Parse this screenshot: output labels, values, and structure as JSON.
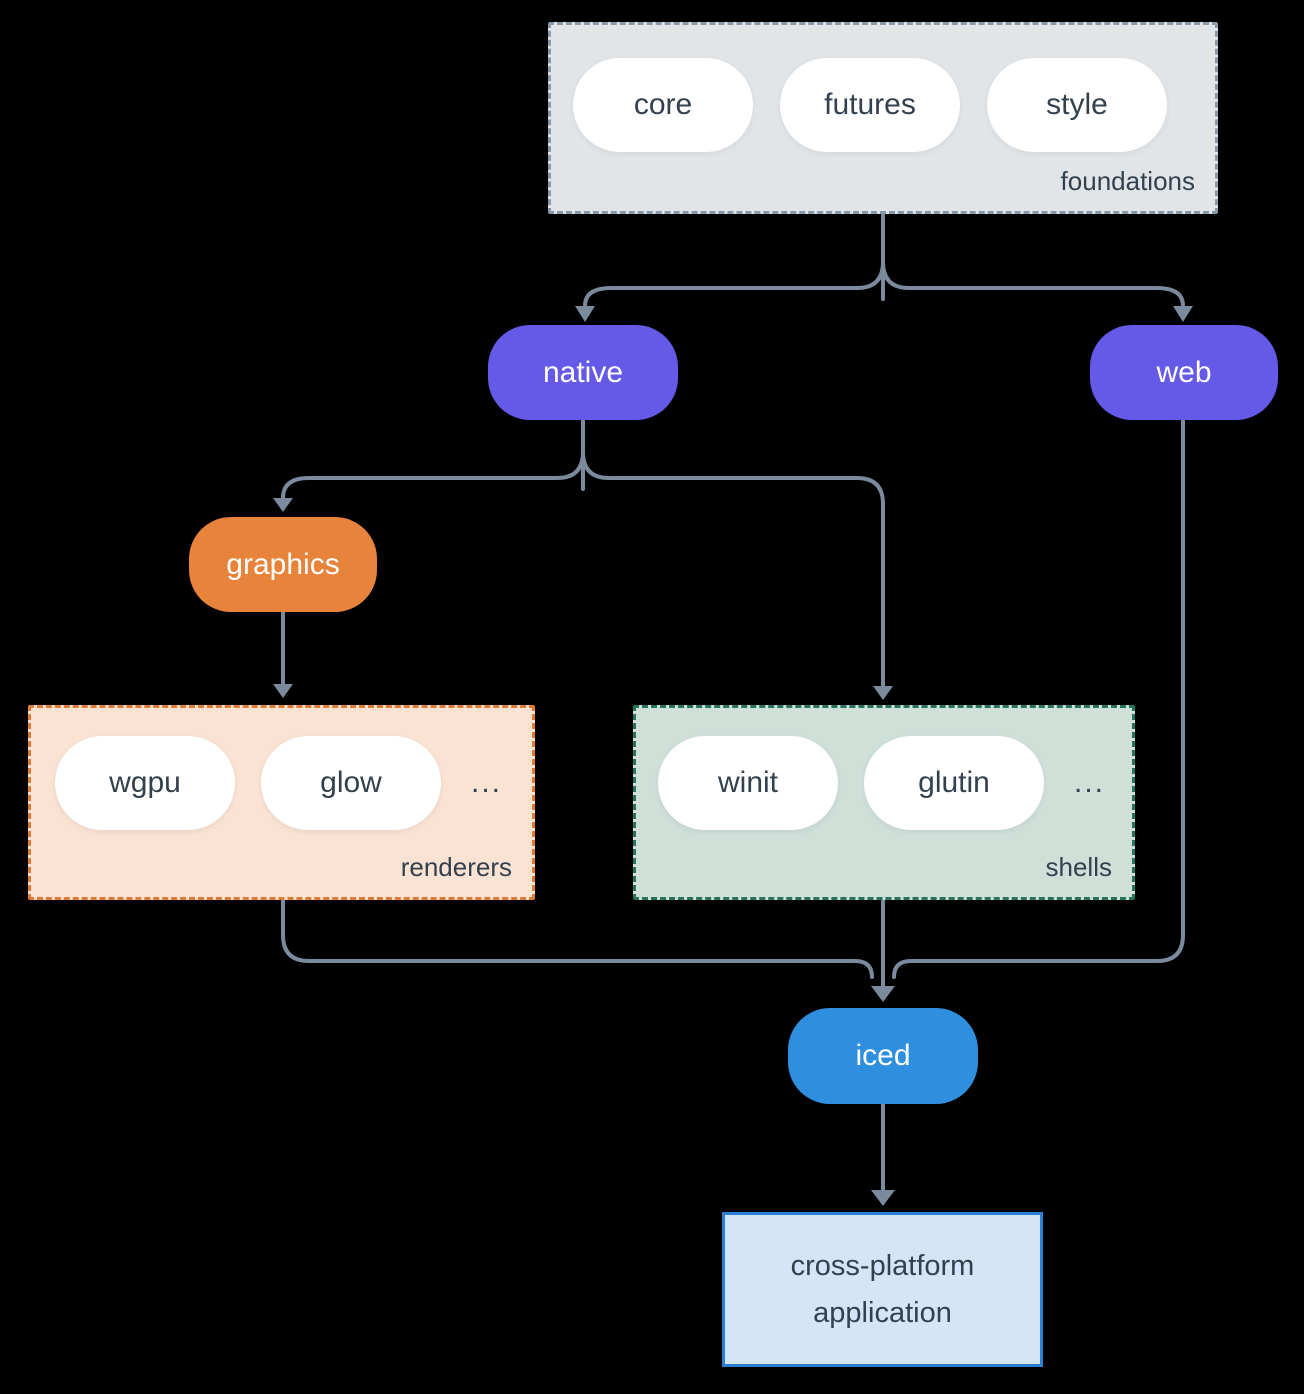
{
  "diagram": {
    "foundations": {
      "label": "foundations",
      "pills": [
        "core",
        "futures",
        "style"
      ]
    },
    "native": {
      "label": "native"
    },
    "web": {
      "label": "web"
    },
    "graphics": {
      "label": "graphics"
    },
    "renderers": {
      "label": "renderers",
      "pills": [
        "wgpu",
        "glow"
      ],
      "more": "..."
    },
    "shells": {
      "label": "shells",
      "pills": [
        "winit",
        "glutin"
      ],
      "more": "..."
    },
    "iced": {
      "label": "iced"
    },
    "application": {
      "label": "cross-platform application"
    }
  },
  "colors": {
    "background": "#000000",
    "line": "#7b8b9d",
    "text_dark": "#33414e",
    "pill_white": "#ffffff",
    "foundations_bg": "#e2e5e8",
    "foundations_border": "#8a99a8",
    "purple": "#6559e8",
    "orange": "#e8833c",
    "renderers_bg": "#fae3d3",
    "renderers_border": "#e07b35",
    "shells_bg": "#cfe0d9",
    "shells_border": "#26745f",
    "blue": "#2e8fde",
    "app_bg": "#d4e5f7",
    "app_border": "#2d7fd3"
  }
}
